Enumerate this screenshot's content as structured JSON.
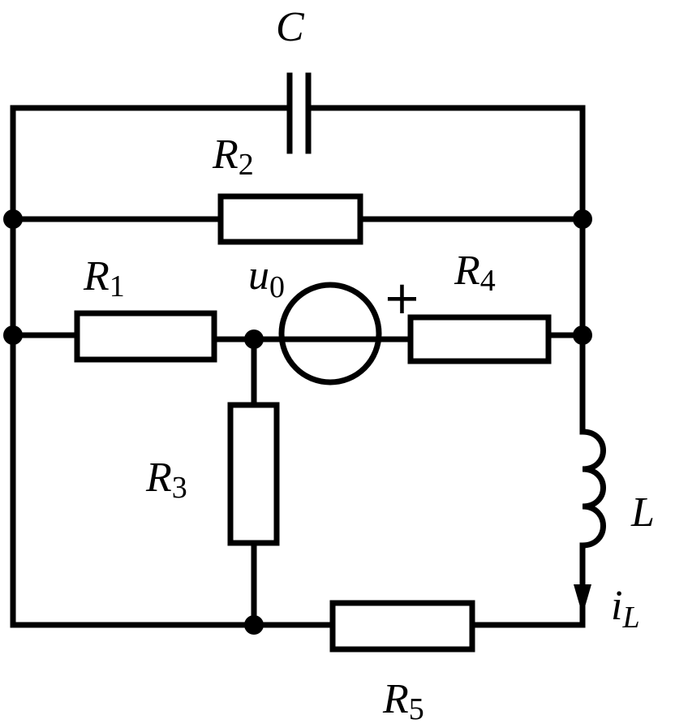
{
  "labels": {
    "C": {
      "main": "C"
    },
    "R1": {
      "main": "R",
      "sub": "1"
    },
    "R2": {
      "main": "R",
      "sub": "2"
    },
    "R3": {
      "main": "R",
      "sub": "3"
    },
    "R4": {
      "main": "R",
      "sub": "4"
    },
    "R5": {
      "main": "R",
      "sub": "5"
    },
    "L": {
      "main": "L"
    },
    "u0": {
      "main": "u",
      "sub": "0"
    },
    "iL": {
      "main": "i",
      "sub": "L"
    },
    "polarity": "+"
  }
}
